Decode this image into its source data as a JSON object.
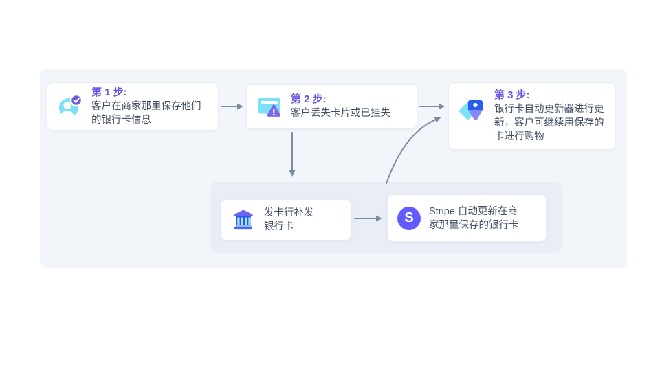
{
  "diagram_title": "Stripe card account updater flow",
  "colors": {
    "accent_purple": "#6456E4",
    "body_text": "#414D63",
    "arrow": "#7A8BA2",
    "panel_bg": "#F2F6FA",
    "group_bg": "#E9EDF5",
    "card_bg": "#FFFFFF",
    "icon_cyan": "#7CE0F7",
    "icon_blue": "#2A5CEC",
    "icon_purple": "#7A6CE8",
    "stripe_purple": "#635BFF"
  },
  "cards": {
    "step1": {
      "label": "第 1 步:",
      "text": "客户在商家那里保存他们\n的银行卡信息",
      "icon": "customer-verified-icon"
    },
    "step2": {
      "label": "第 2 步:",
      "text": "客户丢失卡片或已挂失",
      "icon": "lost-card-icon"
    },
    "step3": {
      "label": "第 3 步:",
      "text": "银行卡自动更新器进行更\n新，客户可继续用保存的\n卡进行购物",
      "icon": "card-tag-icon"
    },
    "issuer": {
      "text": "发卡行补发\n银行卡",
      "icon": "bank-icon"
    },
    "stripe": {
      "logo_letter": "S",
      "text": "Stripe 自动更新在商\n家那里保存的银行卡",
      "icon": "stripe-logo-icon"
    }
  },
  "edges": [
    {
      "from": "step1",
      "to": "step2"
    },
    {
      "from": "step2",
      "to": "step3"
    },
    {
      "from": "step2",
      "to": "issuer-group"
    },
    {
      "from": "issuer",
      "to": "stripe"
    },
    {
      "from": "issuer-group",
      "to": "step3"
    }
  ]
}
